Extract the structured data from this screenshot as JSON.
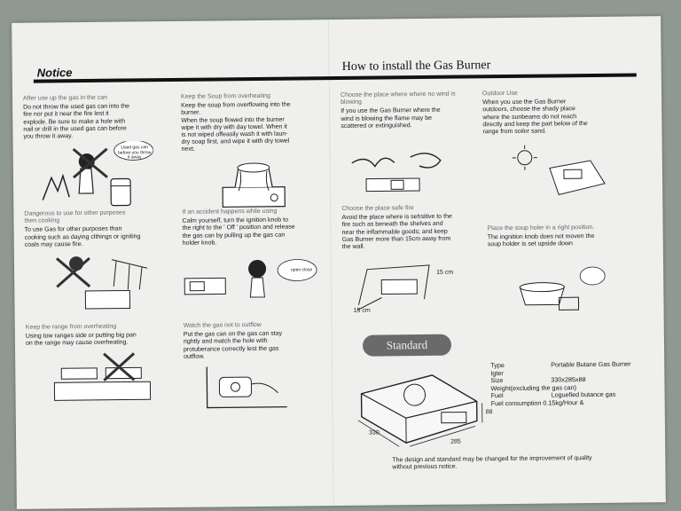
{
  "headers": {
    "notice": "Notice",
    "install": "How to install the Gas Burner"
  },
  "left": {
    "s1": {
      "title": "After use up the gas in the can",
      "body": "Do not throw the used gas can into the\nfire nor  put  it  near the fire  lest  it\nexplode.  Be sure to make a hole with\nnail or drill in the used gas can before\nyou throw it away.",
      "bubble": "Used gas can\nbefore you throw\nit away"
    },
    "s2": {
      "title": "Keep the Soup from overheating",
      "body": "Keep the soup from overflowing into the\nburner.\nWhen the soup flowed into the burner\nwipe it with dry with day towel.  When it\nis not wiped offeasily wash it with laun-\ndry soap first, and wipe it with dry towel\nnext."
    },
    "s3": {
      "title": "Dangerous to use for other purposes\nthen cooking",
      "body": "To use Gas for other purposes than\ncooking such as daying clthings or igniting\ncoals may cause fire."
    },
    "s4": {
      "title": "If an accident happens while using",
      "body": "Calm yourself, turn  the  ignition  knob to\nthe right to the ' Off ' position and release\nthe gas can by   pulling  up  the  gas  can\nholder knob.",
      "bubble": "open close"
    },
    "s5": {
      "title": "Keep the range from overheating",
      "body": "Using tow ranges side or putting big pan\non the range may cause overheating."
    },
    "s6": {
      "title": "Watch the gas not to outflow",
      "body": "Put the gas can on the gas can stay\nrightly and match the hole with\nprotuberance correctly lest the gas\noutflow."
    }
  },
  "right": {
    "r1": {
      "title": "Choose the place where where no wind is\nblowing",
      "body": "If you use the Gas Burner where the\nwind is blowing  the  flame may be\nscattered or extinguished."
    },
    "r2": {
      "title": "Outdoor Use",
      "body": "When you use the Gas Burner\noutdoors, choose the shady place\nwhere the sunbeams do not reach\ndirectly and keep the part below of the\nrange from soilor sand."
    },
    "r3": {
      "title": "Choose the place safe fire",
      "body": "Avoid the place where is sehsitive to the\nfire such as beneath the shelves and\nnear the inflammable goods; and keep\nGas Burner more than 15cm away from\nthe wall.",
      "dim1": "15 cm",
      "dim2": "15 cm"
    },
    "r4": {
      "title": "Place the soup holer in a right position.",
      "body": "The ingnition knob does not moven the\nsoup holder is set upside down"
    },
    "standard": "Standard",
    "specs": [
      {
        "k": "Type",
        "v": "Portable Butane Gas Burner"
      },
      {
        "k": "Igter",
        "v": ""
      },
      {
        "k": "Size",
        "v": "330x285x88"
      },
      {
        "k": "Weight(excluding the gas can)",
        "v": ""
      },
      {
        "k": "Fuel",
        "v": "Loguefied butance gas"
      },
      {
        "k": "Fuel consumption 0.15kg/Hour &",
        "v": ""
      }
    ],
    "dims": {
      "a": "330",
      "b": "285",
      "c": "88"
    },
    "footer": "The design and standard may be changed for the improvement of quality\nwithout previous notice."
  }
}
